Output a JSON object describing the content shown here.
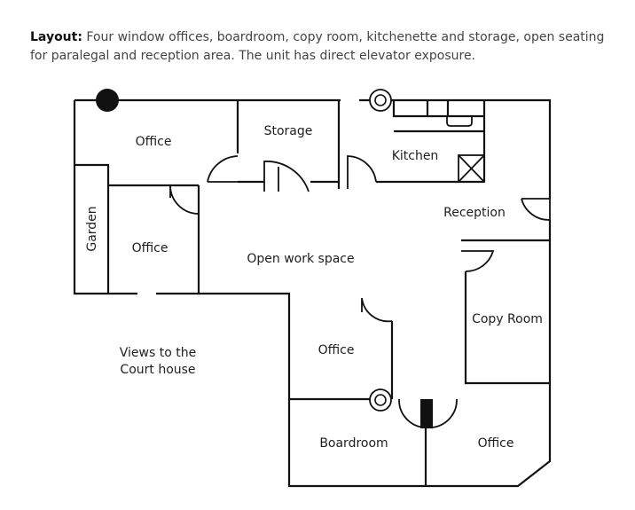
{
  "caption": {
    "lead": "Layout:",
    "text": "Four window offices, boardroom, copy room, kitchenette and storage, open seating for paralegal and reception area. The unit has direct elevator exposure."
  },
  "rooms": {
    "office_top_left": "Office",
    "storage": "Storage",
    "kitchen": "Kitchen",
    "reception": "Reception",
    "garden": "Garden",
    "office_left": "Office",
    "open_work_space": "Open work space",
    "copy_room": "Copy Room",
    "office_center": "Office",
    "boardroom": "Boardroom",
    "office_bottom_right": "Office"
  },
  "views": {
    "line1": "Views to the",
    "line2": "Court house"
  },
  "colors": {
    "line": "#111111",
    "text": "#1e1e1e"
  }
}
